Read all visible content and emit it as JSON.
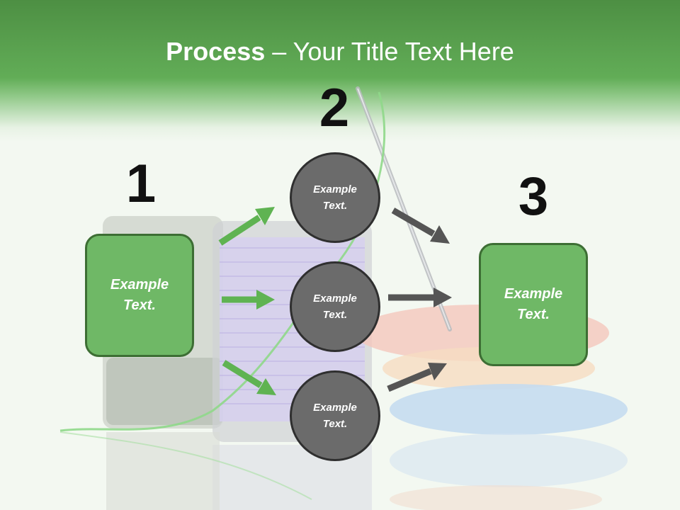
{
  "title": {
    "bold": "Process",
    "rest": " – Your Title Text Here"
  },
  "steps": {
    "one": {
      "number": "1",
      "text_line1": "Example",
      "text_line2": "Text."
    },
    "two": {
      "number": "2"
    },
    "three": {
      "number": "3",
      "text_line1": "Example",
      "text_line2": "Text."
    }
  },
  "circles": [
    {
      "line1": "Example",
      "line2": "Text."
    },
    {
      "line1": "Example",
      "line2": "Text."
    },
    {
      "line1": "Example",
      "line2": "Text."
    }
  ],
  "colors": {
    "header_green": "#62ad57",
    "box_green": "#6fb866",
    "circle_gray": "#6b6b6b",
    "arrow_green": "#5fb352",
    "arrow_gray": "#555555"
  }
}
